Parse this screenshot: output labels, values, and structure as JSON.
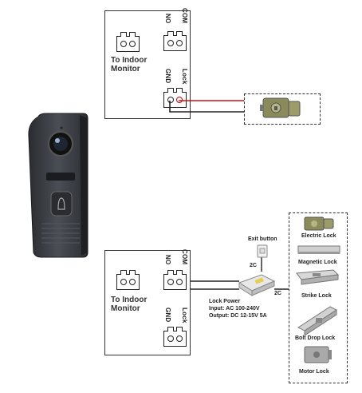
{
  "top_panel": {
    "monitor_label": "To Indoor\nMonitor",
    "connector_top_labels": [
      "COM",
      "NO"
    ],
    "connector_bottom_labels": [
      "Lock",
      "GND"
    ]
  },
  "bottom_panel": {
    "monitor_label": "To Indoor\nMonitor",
    "connector_top_labels": [
      "COM",
      "NO"
    ],
    "connector_bottom_labels": [
      "Lock",
      "GND"
    ]
  },
  "exit_button": {
    "label": "Exit button"
  },
  "wire_labels": {
    "exit_wire": "2C",
    "lock_wire": "2C"
  },
  "power_supply": {
    "title": "Lock Power",
    "input": "Input: AC 100-240V",
    "output": "Output: DC 12-15V 5A"
  },
  "lock_types": [
    {
      "label": "Electric Lock"
    },
    {
      "label": "Magnetic Lock"
    },
    {
      "label": "Strike Lock"
    },
    {
      "label": "Bolt Drop Lock"
    },
    {
      "label": "Motor Lock"
    }
  ],
  "colors": {
    "positive_wire": "#cc1111",
    "negative_wire": "#222222",
    "device_body": "#3a3d42"
  }
}
